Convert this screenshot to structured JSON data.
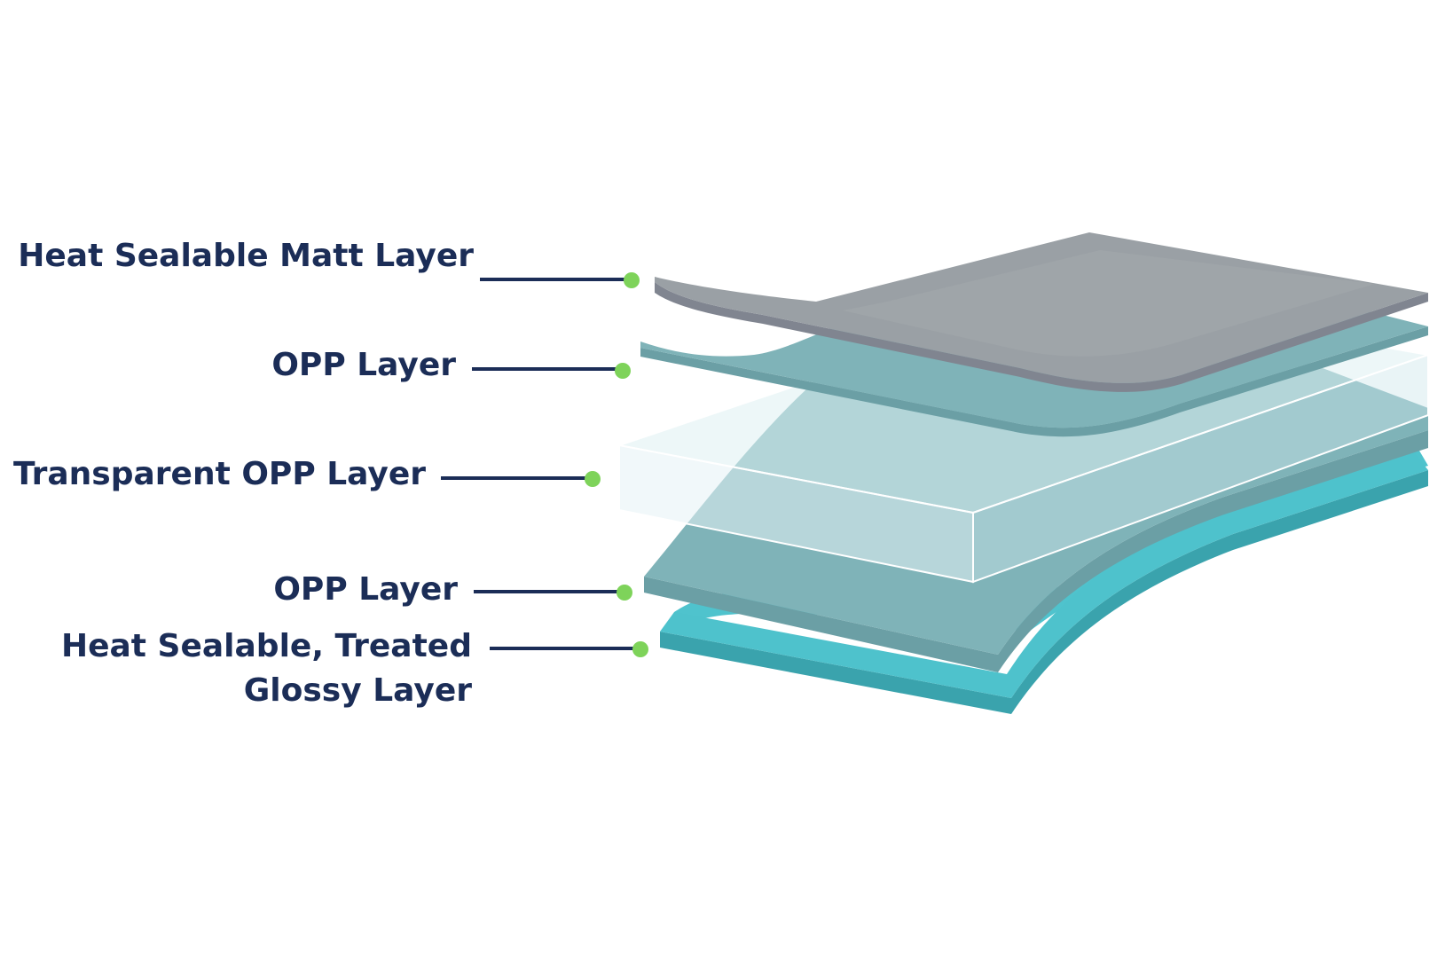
{
  "labels": {
    "matt": "Heat Sealable Matt Layer",
    "opp_top": "OPP Layer",
    "transparent": "Transparent OPP Layer",
    "opp_bottom": "OPP Layer",
    "glossy_line1": "Heat Sealable, Treated",
    "glossy_line2": "Glossy Layer"
  },
  "colors": {
    "label_text": "#1b2d57",
    "leader_line": "#1b2d57",
    "leader_dot": "#7ed35a",
    "matt_layer": "#9aa0a5",
    "opp_layer": "#7fb3b8",
    "transparent_layer": "#dff0f3",
    "glossy_layer": "#4fc3cd"
  }
}
